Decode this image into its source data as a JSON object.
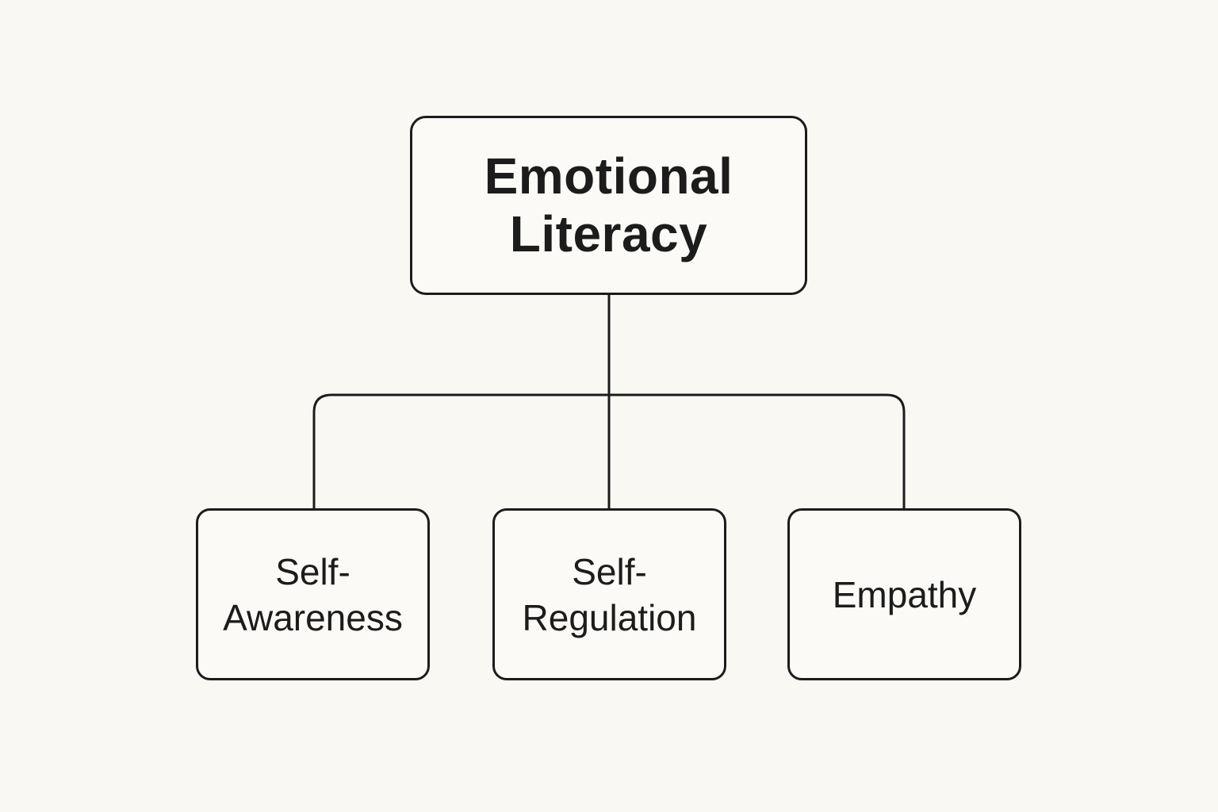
{
  "diagram": {
    "root": {
      "lines": [
        "Emotional",
        "Literacy"
      ]
    },
    "children": [
      {
        "lines": [
          "Self-",
          "Awareness"
        ]
      },
      {
        "lines": [
          "Self-",
          "Regulation"
        ]
      },
      {
        "lines": [
          "Empathy"
        ]
      }
    ]
  },
  "colors": {
    "background": "#f9f8f3",
    "stroke": "#1c1c1c",
    "text": "#1c1c1c"
  }
}
